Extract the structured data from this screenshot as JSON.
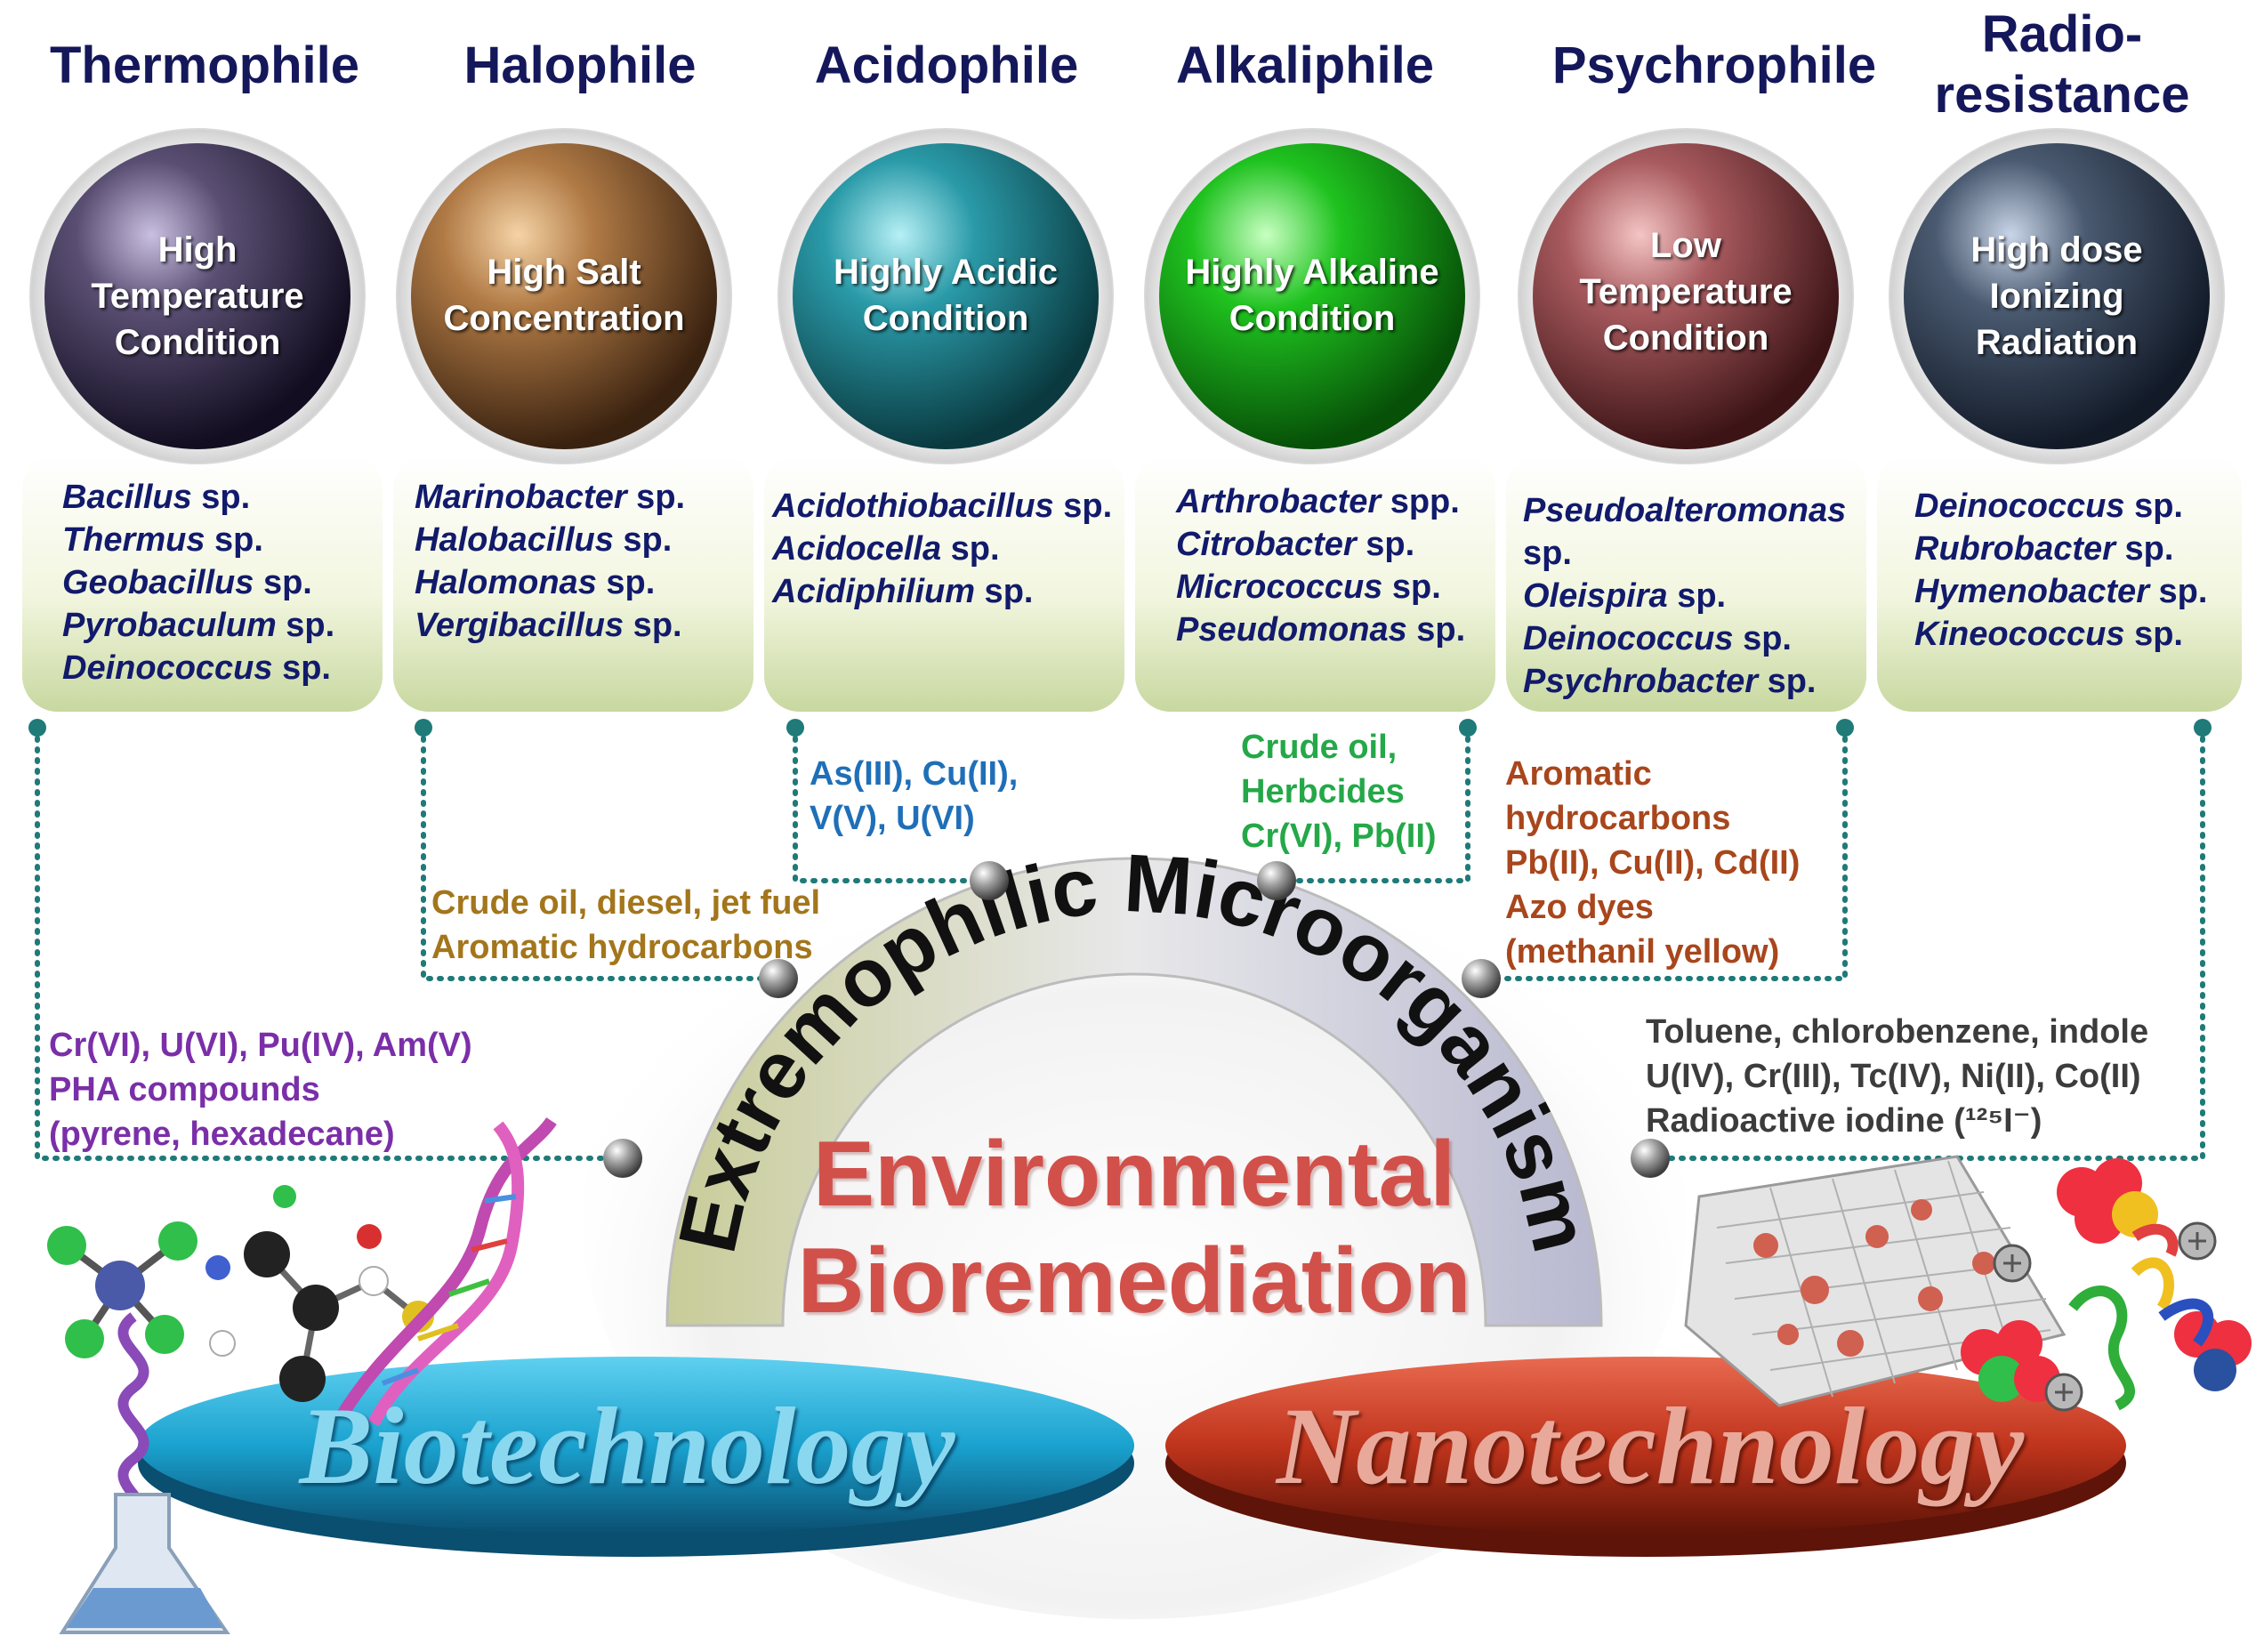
{
  "categories": [
    {
      "title": "Thermophile",
      "condition": [
        "High",
        "Temperature",
        "Condition"
      ],
      "organisms": [
        {
          "genus": "Bacillus",
          "suffix": " sp."
        },
        {
          "genus": "Thermus",
          "suffix": " sp."
        },
        {
          "genus": "Geobacillus",
          "suffix": " sp."
        },
        {
          "genus": "Pyrobaculum",
          "suffix": " sp."
        },
        {
          "genus": "Deinococcus",
          "suffix": " sp."
        }
      ],
      "pollutants": [
        "Cr(VI), U(VI), Pu(IV), Am(V)",
        "PHA compounds",
        "(pyrene, hexadecane)"
      ],
      "colors": {
        "sphere": "#5a4f73",
        "pollutant": "#7a2fa8"
      }
    },
    {
      "title": "Halophile",
      "condition": [
        "High Salt",
        "Concentration"
      ],
      "organisms": [
        {
          "genus": "Marinobacter",
          "suffix": " sp."
        },
        {
          "genus": "Halobacillus",
          "suffix": " sp."
        },
        {
          "genus": "Halomonas",
          "suffix": " sp."
        },
        {
          "genus": "Vergibacillus",
          "suffix": " sp."
        }
      ],
      "pollutants": [
        "Crude oil, diesel, jet fuel",
        "Aromatic hydrocarbons"
      ],
      "colors": {
        "sphere": "#b07a45",
        "pollutant": "#a3761c"
      }
    },
    {
      "title": "Acidophile",
      "condition": [
        "Highly Acidic",
        "Condition"
      ],
      "organisms": [
        {
          "genus": "Acidothiobacillus",
          "suffix": " sp."
        },
        {
          "genus": "Acidocella",
          "suffix": " sp."
        },
        {
          "genus": "Acidiphilium",
          "suffix": " sp."
        }
      ],
      "pollutants": [
        "As(III), Cu(II),",
        "V(V), U(VI)"
      ],
      "colors": {
        "sphere": "#2a9aa8",
        "pollutant": "#1f6fb8"
      }
    },
    {
      "title": "Alkaliphile",
      "condition": [
        "Highly Alkaline",
        "Condition"
      ],
      "organisms": [
        {
          "genus": "Arthrobacter",
          "suffix": " spp."
        },
        {
          "genus": "Citrobacter",
          "suffix": " sp."
        },
        {
          "genus": "Micrococcus",
          "suffix": " sp."
        },
        {
          "genus": "Pseudomonas",
          "suffix": " sp."
        }
      ],
      "pollutants": [
        "Crude oil,",
        "Herbcides",
        "Cr(VI), Pb(II)"
      ],
      "colors": {
        "sphere": "#1fc21f",
        "pollutant": "#24a848"
      }
    },
    {
      "title": "Psychrophile",
      "condition": [
        "Low",
        "Temperature",
        "Condition"
      ],
      "organisms": [
        {
          "genus": "Pseudoalteromonas",
          "suffix": ""
        },
        {
          "genus": "",
          "suffix": "sp."
        },
        {
          "genus": "Oleispira",
          "suffix": " sp."
        },
        {
          "genus": "Deinococcus",
          "suffix": " sp."
        },
        {
          "genus": "Psychrobacter",
          "suffix": " sp."
        }
      ],
      "pollutants": [
        "Aromatic",
        "hydrocarbons",
        "Pb(II), Cu(II), Cd(II)",
        "Azo dyes",
        "(methanil yellow)"
      ],
      "colors": {
        "sphere": "#a85a5e",
        "pollutant": "#a8461c"
      }
    },
    {
      "title": "Radio-resistance",
      "title_lines": [
        "Radio-",
        "resistance"
      ],
      "condition": [
        "High dose",
        "Ionizing",
        "Radiation"
      ],
      "organisms": [
        {
          "genus": "Deinococcus",
          "suffix": " sp."
        },
        {
          "genus": "Rubrobacter",
          "suffix": " sp."
        },
        {
          "genus": "Hymenobacter",
          "suffix": " sp."
        },
        {
          "genus": "Kineococcus",
          "suffix": " sp."
        }
      ],
      "pollutants": [
        "Toluene, chlorobenzene, indole",
        "U(IV), Cr(III), Tc(IV), Ni(II), Co(II)",
        "Radioactive iodine (¹²⁵I⁻)"
      ],
      "colors": {
        "sphere": "#4a5a70",
        "pollutant": "#3c3c3c"
      }
    }
  ],
  "center": {
    "arc_text": "Extremophilic Microorganism",
    "main_label_line1": "Environmental",
    "main_label_line2": "Bioremediation"
  },
  "discs": {
    "left": "Biotechnology",
    "right": "Nanotechnology"
  },
  "colors": {
    "title": "#14175a",
    "organism_text": "#111a6b",
    "dotted_line": "#1f7a78",
    "main_label": "#d2504a",
    "disc_left": "#1aa2cf",
    "disc_right": "#c0341c"
  }
}
